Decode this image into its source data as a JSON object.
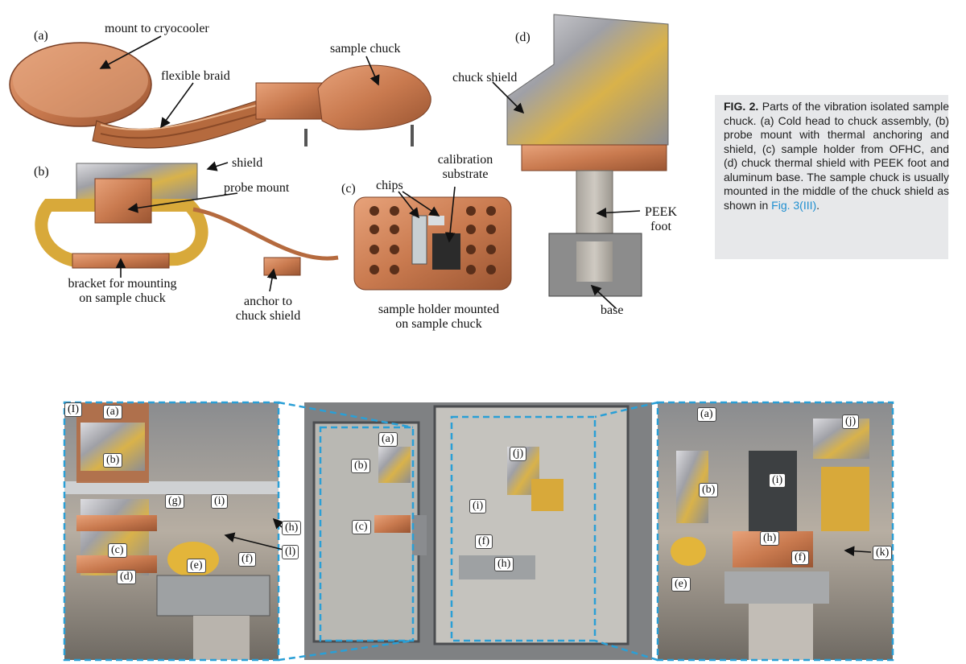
{
  "top": {
    "a": {
      "tag": "(a)",
      "mount": "mount to cryocooler",
      "braid": "flexible braid",
      "chuck": "sample chuck"
    },
    "b": {
      "tag": "(b)",
      "shield": "shield",
      "probe": "probe mount",
      "bracket_1": "bracket for mounting",
      "bracket_2": "on sample chuck",
      "anchor_1": "anchor to",
      "anchor_2": "chuck shield"
    },
    "c": {
      "tag": "(c)",
      "chips": "chips",
      "calib_1": "calibration",
      "calib_2": "substrate",
      "holder_1": "sample holder mounted",
      "holder_2": "on sample chuck"
    },
    "d": {
      "tag": "(d)",
      "shield": "chuck shield",
      "peek_1": "PEEK",
      "peek_2": "foot",
      "base": "base"
    }
  },
  "caption": {
    "fig": "FIG. 2.",
    "text": "Parts of the vibration isolated sample chuck. (a) Cold head to chuck assembly, (b) probe mount with thermal anchoring and shield, (c) sample holder from OFHC, and (d) chuck thermal shield with PEEK foot and aluminum base. The sample chuck is usually mounted in the middle of the chuck shield as shown in",
    "link": "Fig. 3(III)",
    "end": "."
  },
  "bottom": {
    "left": {
      "panel": "(I)",
      "a": "(a)",
      "b": "(b)",
      "g": "(g)",
      "i": "(i)",
      "h": "(h)",
      "c": "(c)",
      "e": "(e)",
      "f": "(f)",
      "l": "(l)",
      "d": "(d)"
    },
    "mid": {
      "a": "(a)",
      "b": "(b)",
      "c": "(c)",
      "j": "(j)",
      "i": "(i)",
      "f": "(f)",
      "h": "(h)"
    },
    "right": {
      "a": "(a)",
      "j": "(j)",
      "i": "(i)",
      "b": "(b)",
      "h": "(h)",
      "f": "(f)",
      "e": "(e)",
      "k": "(k)"
    }
  },
  "colors": {
    "accent_dashed": "#2a9fd6",
    "copper": "#c97a4f",
    "caption_bg": "#e7e8ea",
    "link": "#1f8fd0"
  }
}
